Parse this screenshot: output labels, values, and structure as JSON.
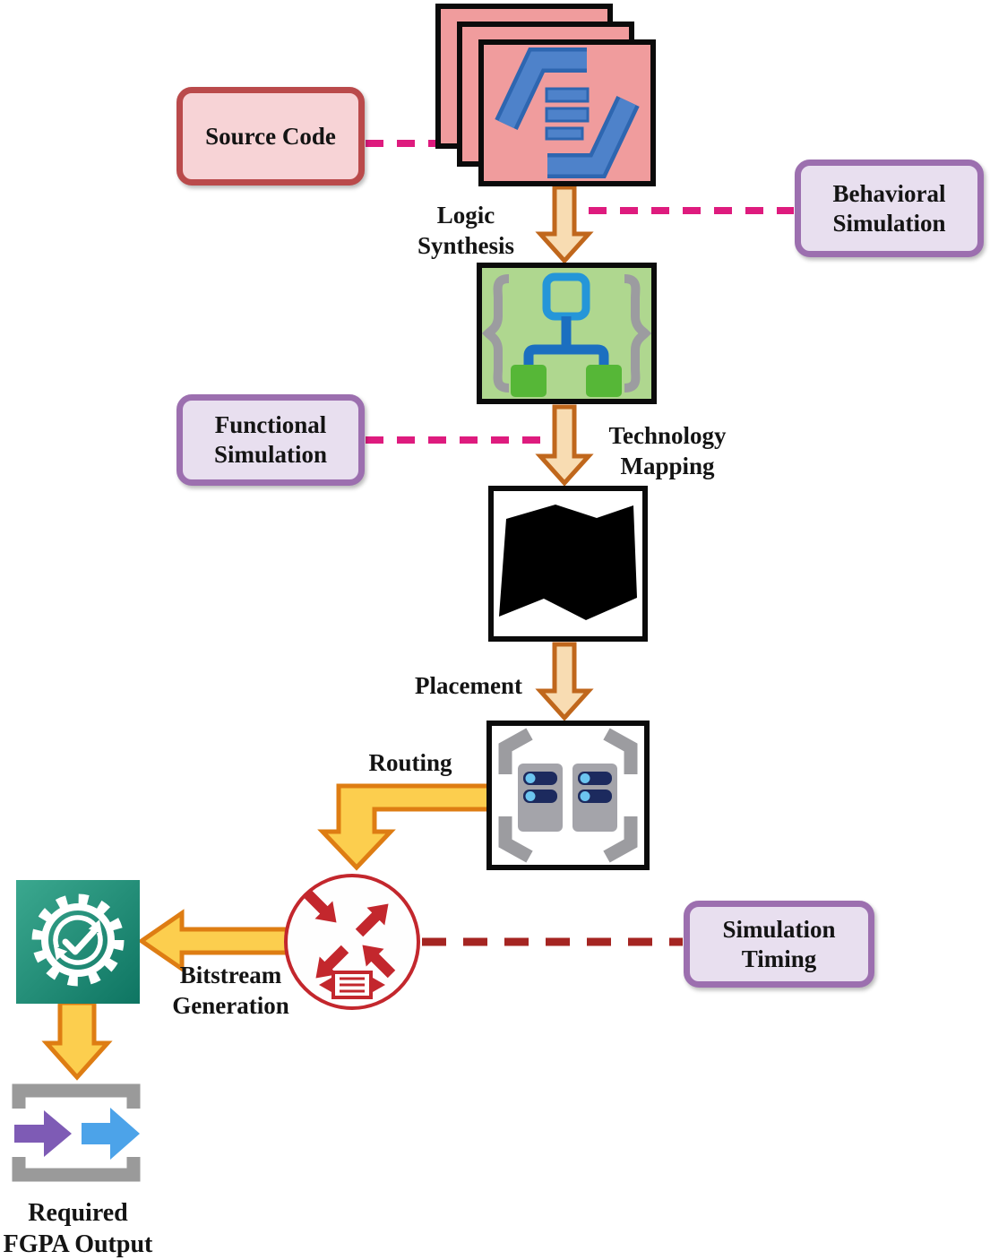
{
  "callouts": {
    "source_code": {
      "lines": [
        "Source Code"
      ]
    },
    "behavioral_simulation": {
      "lines": [
        "Behavioral",
        "Simulation"
      ]
    },
    "functional_simulation": {
      "lines": [
        "Functional",
        "Simulation"
      ]
    },
    "simulation_timing": {
      "lines": [
        "Simulation",
        "Timing"
      ]
    }
  },
  "steps": {
    "logic_synthesis": {
      "lines": [
        "Logic",
        "Synthesis"
      ]
    },
    "technology_mapping": {
      "lines": [
        "Technology",
        "Mapping"
      ]
    },
    "placement": {
      "lines": [
        "Placement"
      ]
    },
    "routing": {
      "lines": [
        "Routing"
      ]
    },
    "bitstream_generation": {
      "lines": [
        "Bitstream",
        "Generation"
      ]
    },
    "required_fgpa_output": {
      "lines": [
        "Required",
        "FGPA Output"
      ]
    }
  },
  "icons": {
    "source_files": "source-code-files-icon",
    "netlist": "netlist-hierarchy-icon",
    "technology_map": "black-map-icon",
    "placement_servers": "placed-cells-server-icon",
    "router": "router-arrows-icon",
    "bitstream": "gear-check-icon",
    "fpga_output": "fpga-output-arrows-icon"
  },
  "colors": {
    "card_pink": "#F09C9D",
    "callout_pink_fill": "#F7D3D6",
    "callout_pink_border": "#BA4A4B",
    "callout_purple_fill": "#E8DFEF",
    "callout_purple_border": "#9C6FAF",
    "dash_pink": "#DE1B7E",
    "dash_dark_red": "#A52522",
    "arrow_peach_fill": "#F8DCB2",
    "arrow_peach_border": "#C0671C",
    "arrow_gold_fill": "#FCCE4E",
    "arrow_gold_border": "#DE7D13",
    "netlist_green": "#AFD78F",
    "router_red": "#C3272D",
    "teal_dark": "#0E7562",
    "teal_light": "#3BA88F",
    "output_purple": "#7E5BB5",
    "output_blue": "#4CA3E9",
    "icon_blue": "#4E82CA",
    "gray": "#9C9CA0",
    "black": "#0B0B0B"
  }
}
